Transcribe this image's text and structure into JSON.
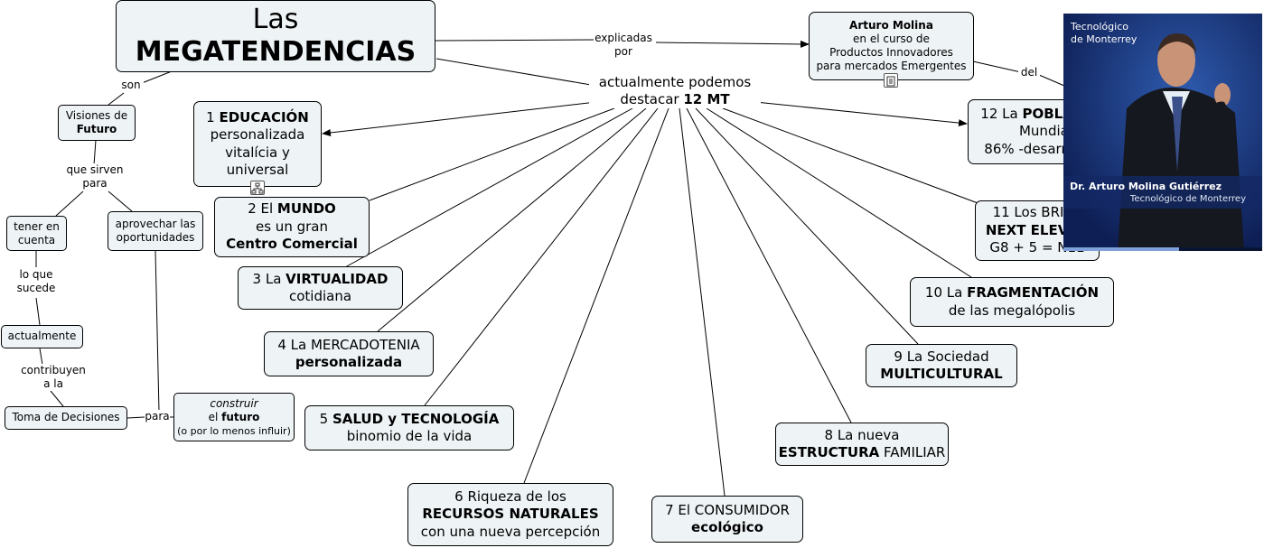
{
  "title": {
    "line1": "Las",
    "line2": "MEGATENDENCIAS"
  },
  "center": {
    "line1": "actualmente podemos",
    "line2_pre": "destacar ",
    "line2_bold": "12 MT"
  },
  "author": {
    "name": "Arturo Molina",
    "line2": "en el curso de",
    "line3": "Productos Innovadores",
    "line4": "para mercados Emergentes"
  },
  "links": {
    "explicadas": "explicadas",
    "por": "por",
    "del": "del",
    "son": "son",
    "que_sirven": "que sirven",
    "para": "para",
    "lo_que": "lo que",
    "sucede": "sucede",
    "contribuyen": "contribuyen",
    "a_la": "a la",
    "para2": "para"
  },
  "left": {
    "visiones_1": "Visiones de",
    "visiones_2": "Futuro",
    "tener_1": "tener en",
    "tener_2": "cuenta",
    "aprovechar_1": "aprovechar las",
    "aprovechar_2": "oportunidades",
    "actualmente": "actualmente",
    "toma": "Toma de Decisiones",
    "construir_1": "construir",
    "construir_2a": "el ",
    "construir_2b": "futuro",
    "construir_3": "(o por lo menos influir)"
  },
  "mt": {
    "n1": {
      "a": "1 ",
      "b": "EDUCACIÓN",
      "l2": "personalizada",
      "l3": "vitalícia y",
      "l4": "universal"
    },
    "n2": {
      "a": "2 El ",
      "b": "MUNDO",
      "l2": "es un gran",
      "l3": "Centro Comercial"
    },
    "n3": {
      "a": "3 La ",
      "b": "VIRTUALIDAD",
      "l2": "cotidiana"
    },
    "n4": {
      "l1": "4 La MERCADOTENIA",
      "l2": "personalizada"
    },
    "n5": {
      "a": "5 ",
      "b": "SALUD y TECNOLOGÍA",
      "l2": "binomio de la vida"
    },
    "n6": {
      "l1": "6 Riqueza de los",
      "l2": "RECURSOS NATURALES",
      "l3": "con una nueva percepción"
    },
    "n7": {
      "l1": "7 El CONSUMIDOR",
      "l2": "ecológico"
    },
    "n8": {
      "l1": "8 La nueva",
      "l2a": "ESTRUCTURA",
      "l2b": " FAMILIAR"
    },
    "n9": {
      "l1": "9 La Sociedad",
      "l2": "MULTICULTURAL"
    },
    "n10": {
      "a": "10 La ",
      "b": "FRAGMENTACIÓN",
      "l2": "de las megalópolis"
    },
    "n11": {
      "l1": "11 Los BRICS",
      "l2": "NEXT ELEVEN",
      "l3": "G8 + 5 = N11"
    },
    "n12": {
      "a": "12 La ",
      "b": "POBLACIÓN",
      "l2": "Mundial",
      "l3": "86% -desarrollada"
    }
  },
  "video": {
    "brand_1": "Tecnológico",
    "brand_2": "de Monterrey",
    "caption_name": "Dr. Arturo Molina Gutiérrez",
    "caption_org": "Tecnológico de Monterrey",
    "progress": 0.58
  },
  "colors": {
    "node_fill": "#eef4f6",
    "video_bg": "#1c3a80",
    "caption_bar": "#1a3070"
  }
}
